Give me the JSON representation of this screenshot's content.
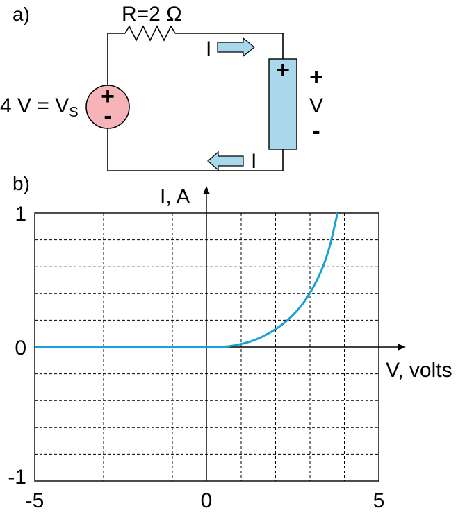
{
  "part_a": {
    "label": "a)",
    "resistor_label": "R=2 Ω",
    "source_label_main": "4 V = V",
    "source_label_sub": "S",
    "source_plus": "+",
    "source_minus": "-",
    "current_top": "I",
    "current_bottom": "I",
    "device_plus": "+",
    "device_sign_plus": "+",
    "device_voltage": "V",
    "device_sign_minus": "-",
    "colors": {
      "source_fill": "#f7b4b8",
      "device_fill": "#a9d7ec",
      "arrow_fill": "#a9d7ec"
    }
  },
  "part_b": {
    "label": "b)",
    "y_axis_label": "I, A",
    "x_axis_label": "V, volts",
    "y_ticks": [
      "1",
      "0",
      "-1"
    ],
    "x_ticks": [
      "-5",
      "0",
      "5"
    ]
  },
  "chart_data": {
    "type": "line",
    "xlim": [
      -5,
      5
    ],
    "ylim": [
      -1,
      1
    ],
    "xlabel": "V, volts",
    "ylabel": "I, A",
    "grid": true,
    "line_color": "#1aa0d4",
    "series": [
      {
        "x": [
          -5,
          -3,
          -1,
          0,
          0.5,
          1.0,
          1.5,
          2.0,
          2.5,
          3.0,
          3.5,
          3.8
        ],
        "y": [
          0,
          0,
          0,
          0,
          0.0,
          0.02,
          0.06,
          0.13,
          0.23,
          0.39,
          0.66,
          1.0
        ]
      }
    ]
  }
}
